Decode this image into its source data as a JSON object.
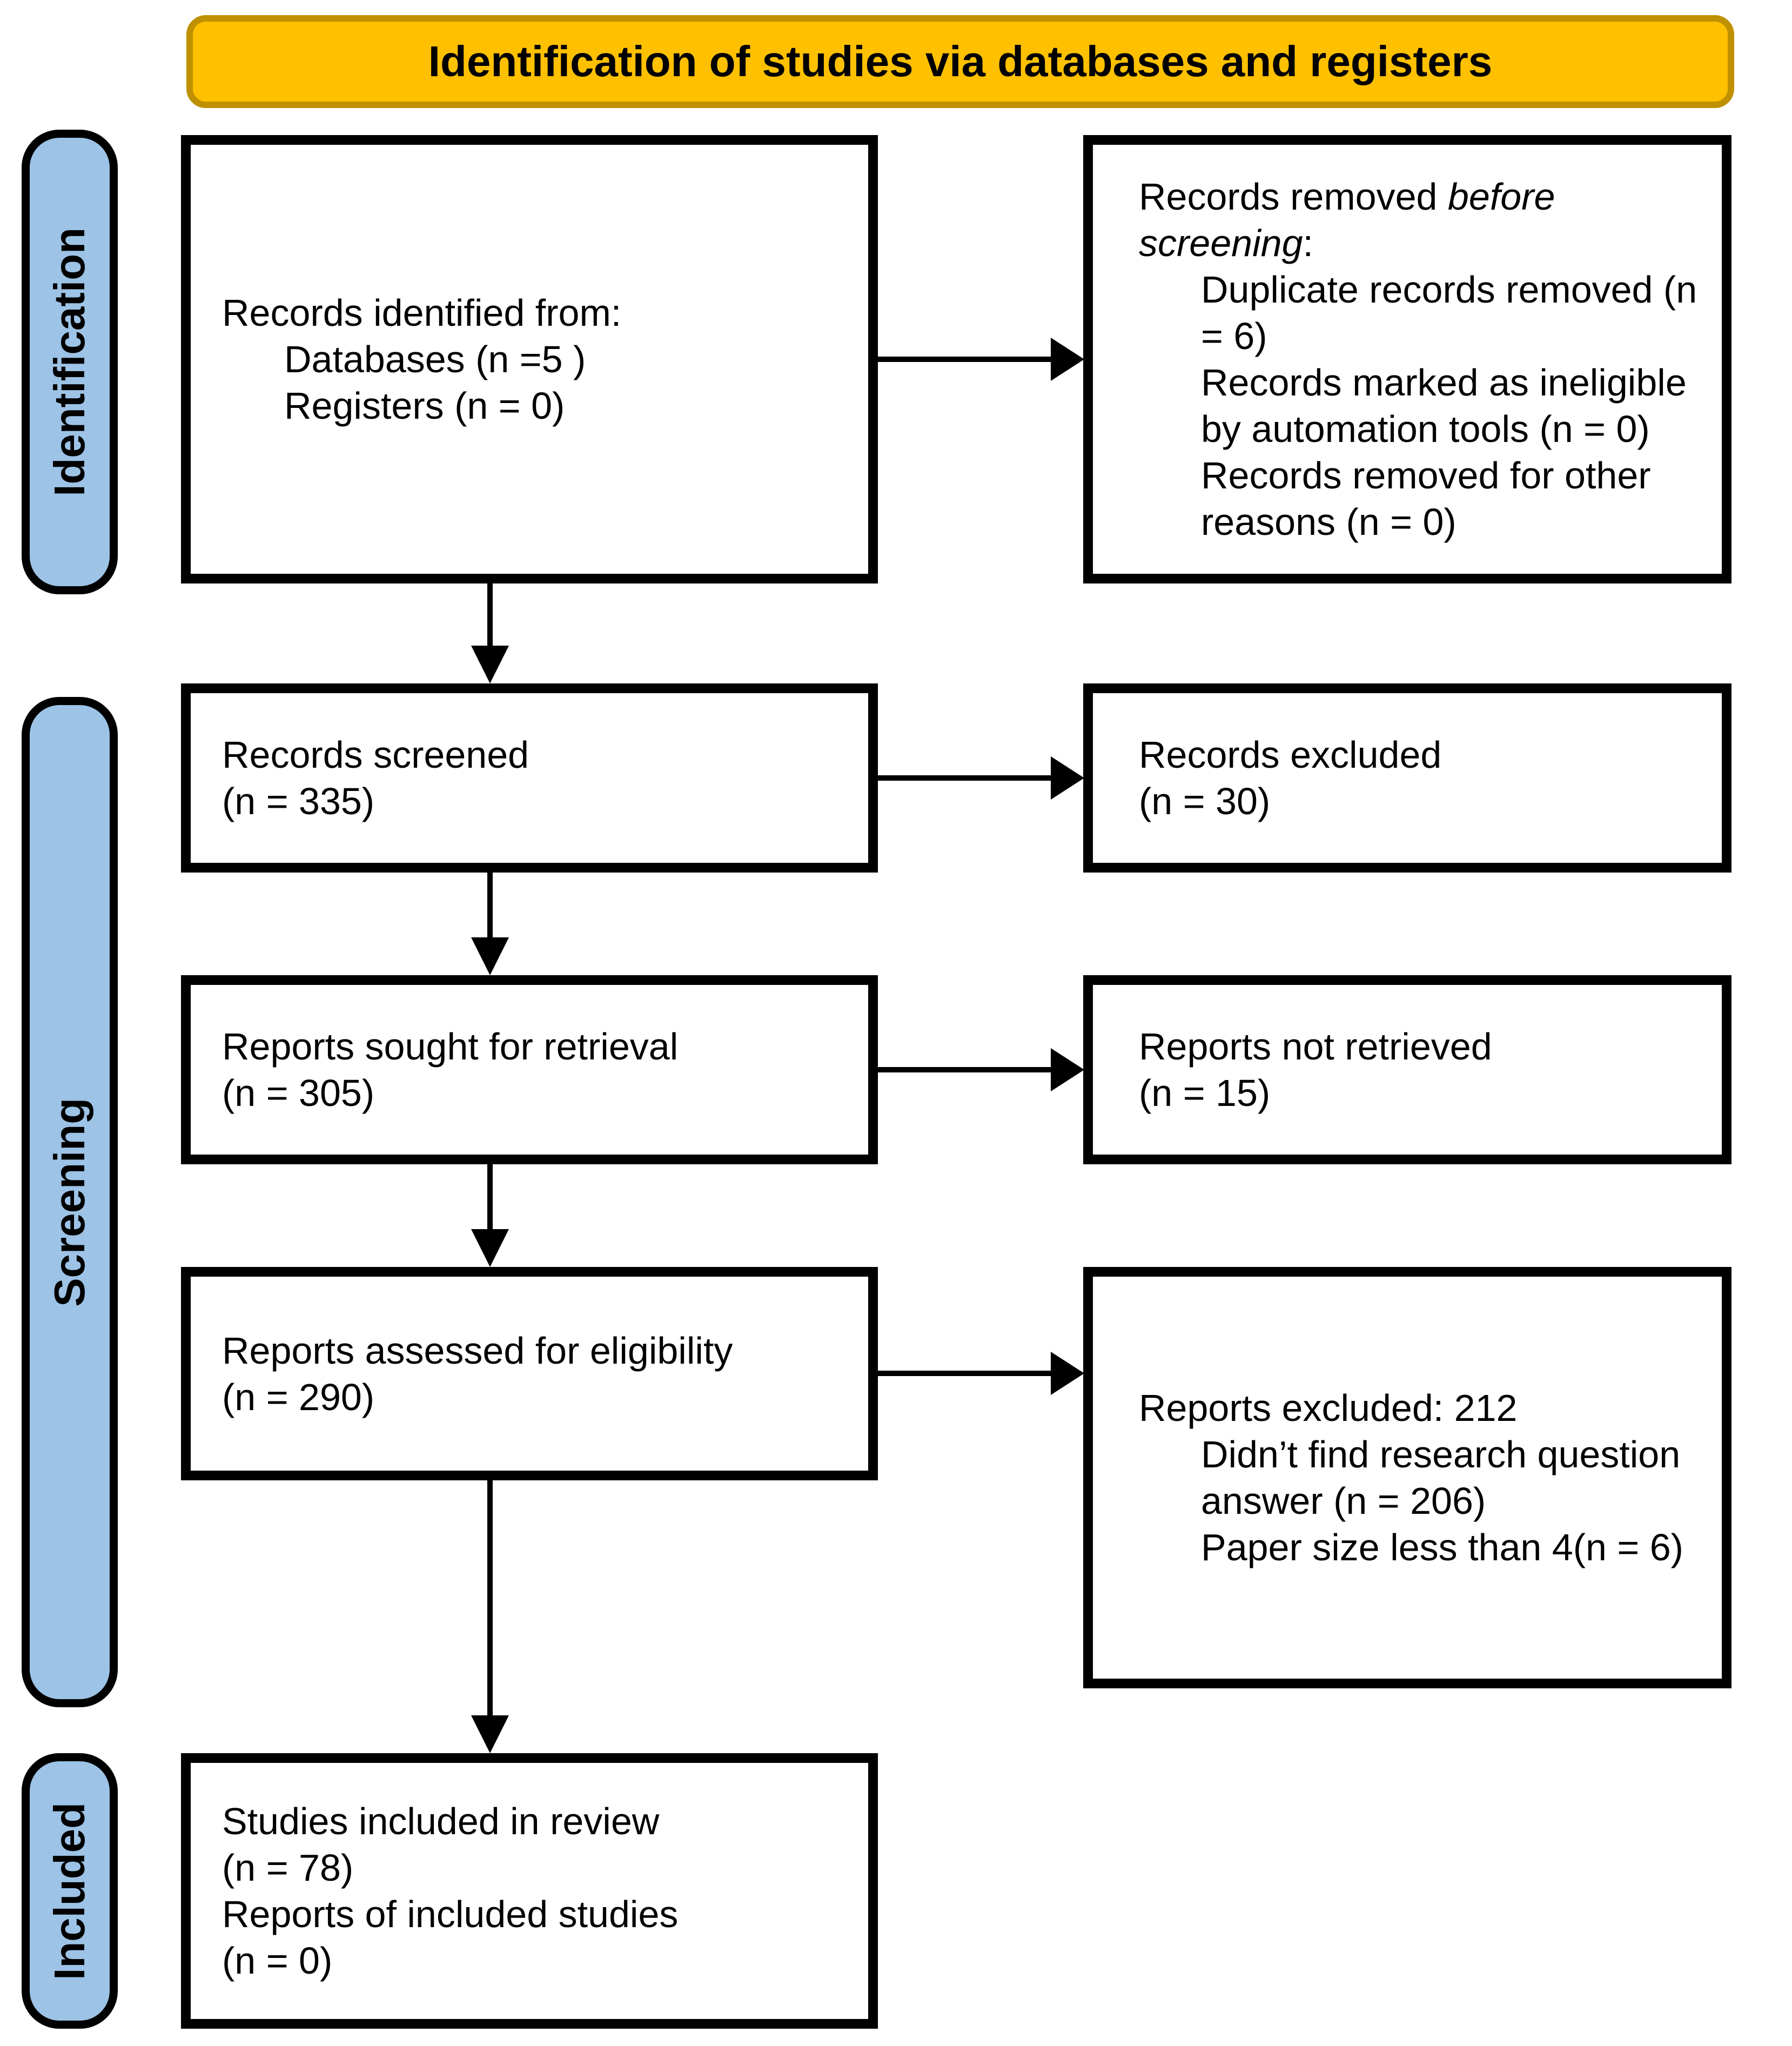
{
  "banner": {
    "title": "Identification of studies via databases and registers",
    "fill": "#FFC000",
    "border_color": "#BF9000"
  },
  "stages": [
    {
      "label": "Identification"
    },
    {
      "label": "Screening"
    },
    {
      "label": "Included"
    }
  ],
  "stage_style": {
    "fill": "#9DC3E6",
    "border_color": "#000000"
  },
  "boxes": {
    "records_identified": {
      "lines": [
        {
          "indent": 0,
          "segments": [
            {
              "text": "Records identified from:"
            }
          ]
        },
        {
          "indent": 1,
          "segments": [
            {
              "text": "Databases (n =5 )"
            }
          ]
        },
        {
          "indent": 1,
          "segments": [
            {
              "text": "Registers (n = 0)"
            }
          ]
        }
      ]
    },
    "records_removed": {
      "lines": [
        {
          "indent": 0,
          "segments": [
            {
              "text": "Records removed "
            },
            {
              "text": "before screening",
              "italic": true
            },
            {
              "text": ":"
            }
          ]
        },
        {
          "indent": 1,
          "segments": [
            {
              "text": "Duplicate records removed (n = 6)"
            }
          ]
        },
        {
          "indent": 1,
          "segments": [
            {
              "text": "Records marked as ineligible by automation tools (n = 0)"
            }
          ]
        },
        {
          "indent": 1,
          "segments": [
            {
              "text": "Records removed for other reasons (n = 0)"
            }
          ]
        }
      ]
    },
    "records_screened": {
      "lines": [
        {
          "indent": 0,
          "segments": [
            {
              "text": "Records screened"
            }
          ]
        },
        {
          "indent": 0,
          "segments": [
            {
              "text": "(n = 335)"
            }
          ]
        }
      ]
    },
    "records_excluded": {
      "lines": [
        {
          "indent": 0,
          "segments": [
            {
              "text": "Records excluded"
            }
          ]
        },
        {
          "indent": 0,
          "segments": [
            {
              "text": "(n = 30)"
            }
          ]
        }
      ]
    },
    "reports_sought": {
      "lines": [
        {
          "indent": 0,
          "segments": [
            {
              "text": "Reports sought for retrieval"
            }
          ]
        },
        {
          "indent": 0,
          "segments": [
            {
              "text": "(n = 305)"
            }
          ]
        }
      ]
    },
    "reports_not_retrieved": {
      "lines": [
        {
          "indent": 0,
          "segments": [
            {
              "text": "Reports not retrieved"
            }
          ]
        },
        {
          "indent": 0,
          "segments": [
            {
              "text": "(n = 15)"
            }
          ]
        }
      ]
    },
    "reports_assessed": {
      "lines": [
        {
          "indent": 0,
          "segments": [
            {
              "text": "Reports assessed for eligibility"
            }
          ]
        },
        {
          "indent": 0,
          "segments": [
            {
              "text": "(n = 290)"
            }
          ]
        }
      ]
    },
    "reports_excluded": {
      "lines": [
        {
          "indent": 0,
          "segments": [
            {
              "text": "Reports excluded: 212"
            }
          ]
        },
        {
          "indent": 1,
          "segments": [
            {
              "text": "Didn’t find research question answer (n = 206)"
            }
          ]
        },
        {
          "indent": 1,
          "segments": [
            {
              "text": "Paper size less than 4(n = 6)"
            }
          ]
        }
      ]
    },
    "studies_included": {
      "lines": [
        {
          "indent": 0,
          "segments": [
            {
              "text": "Studies included in review"
            }
          ]
        },
        {
          "indent": 0,
          "segments": [
            {
              "text": "(n = 78)"
            }
          ]
        },
        {
          "indent": 0,
          "segments": [
            {
              "text": "Reports of included studies"
            }
          ]
        },
        {
          "indent": 0,
          "segments": [
            {
              "text": "(n = 0)"
            }
          ]
        }
      ]
    }
  }
}
